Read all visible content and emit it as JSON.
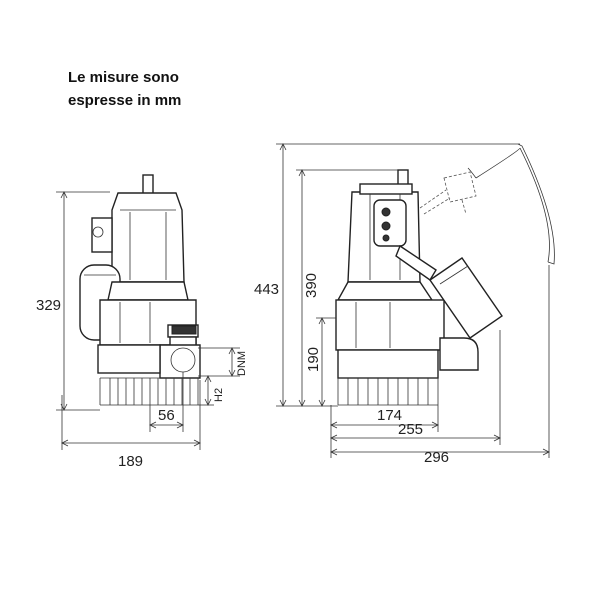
{
  "note": {
    "line1": "Le misure sono",
    "line2": "espresse in mm"
  },
  "dimensions": {
    "front_height": "329",
    "front_width": "189",
    "front_outlet_offset": "56",
    "dnm": "DNM",
    "h2": "H2",
    "side_total_height": "443",
    "side_float_height": "390",
    "side_outlet_height": "190",
    "side_base": "174",
    "side_mid": "255",
    "side_total_width": "296"
  }
}
